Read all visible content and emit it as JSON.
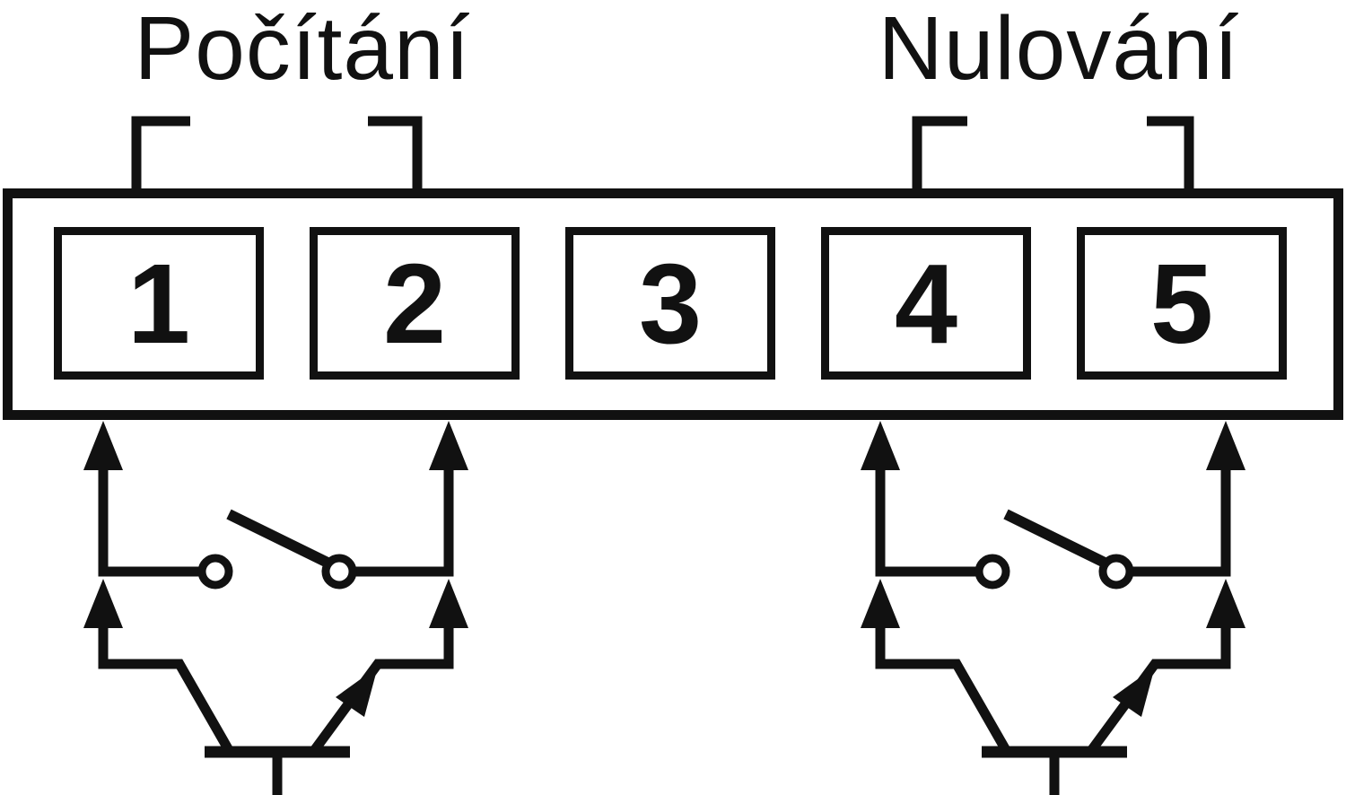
{
  "labels": {
    "counting": "Počítání",
    "reset": "Nulování"
  },
  "terminals": [
    {
      "label": "1"
    },
    {
      "label": "2"
    },
    {
      "label": "3"
    },
    {
      "label": "4"
    },
    {
      "label": "5"
    }
  ],
  "symbols": {
    "counting_input_switch": "open-contact-switch-icon",
    "counting_input_transistor": "npn-transistor-icon",
    "reset_input_switch": "open-contact-switch-icon",
    "reset_input_transistor": "npn-transistor-icon"
  },
  "colors": {
    "line": "#111111",
    "background": "#ffffff"
  }
}
